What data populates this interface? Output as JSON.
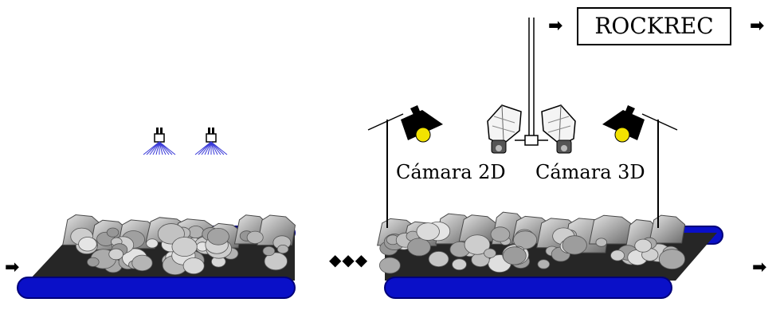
{
  "system_box": {
    "label": "ROCKREC"
  },
  "cameras": {
    "left_label": "Cámara 2D",
    "right_label": "Cámara 3D"
  },
  "glyphs": {
    "flow_arrow": "➡",
    "gap_dots": "◆◆◆"
  },
  "colors": {
    "belt_blue": "#0a10c8",
    "belt_blue_dark": "#00007a",
    "belt_surface": "#262626",
    "rock_light": "#c9c9c9",
    "rock_mid": "#9a9a9a",
    "rock_dark": "#6d6d6d",
    "lamp_bulb": "#f2e200",
    "spray": "#3a3ad8"
  }
}
